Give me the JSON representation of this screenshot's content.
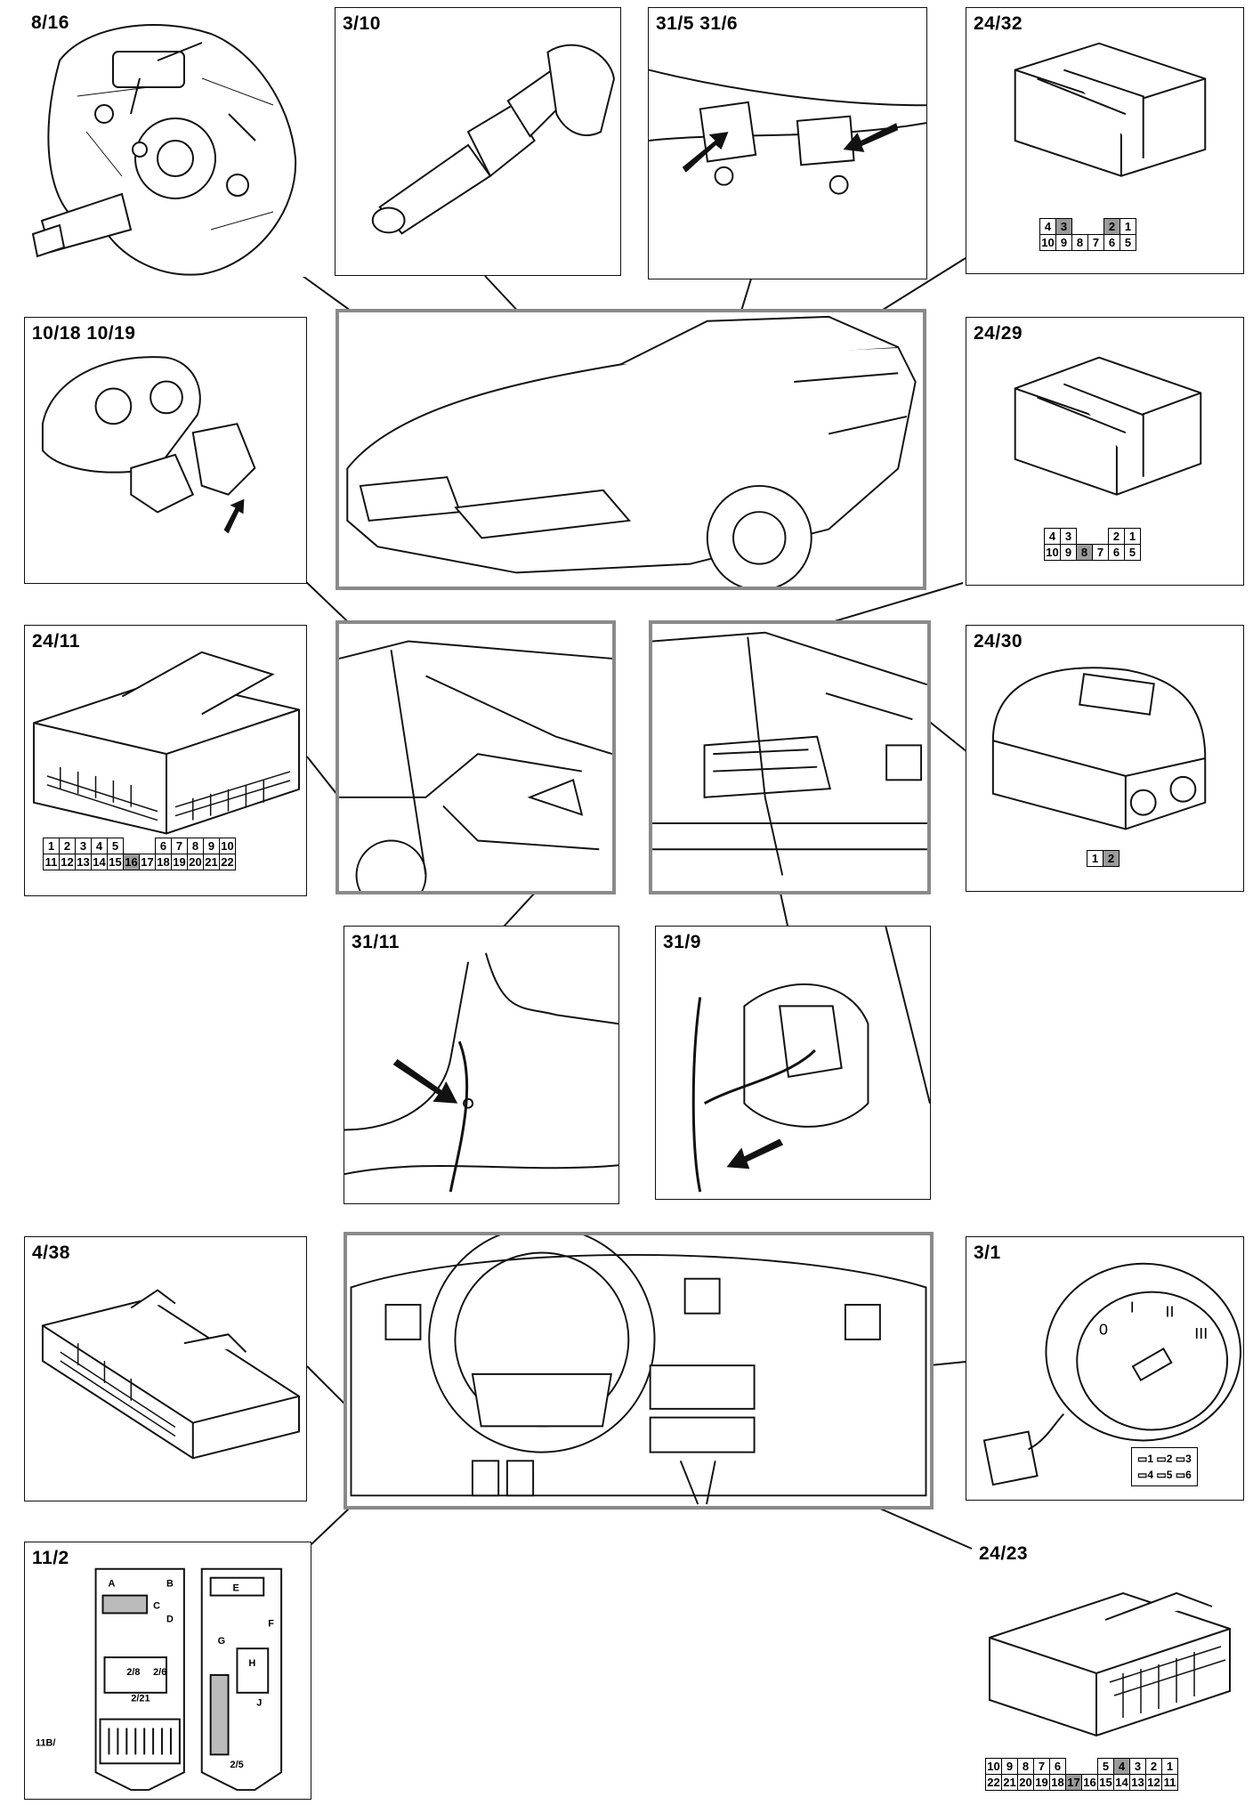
{
  "panels": {
    "p8_16": "8/16",
    "p3_10": "3/10",
    "p31_5": "31/5  31/6",
    "p24_32": "24/32",
    "p10_18": "10/18 10/19",
    "p24_29": "24/29",
    "p24_11": "24/11",
    "p24_30": "24/30",
    "p31_11": "31/11",
    "p31_9": "31/9",
    "p4_38": "4/38",
    "p3_1": "3/1",
    "p11_2": "11/2",
    "p24_23": "24/23"
  },
  "fusebox": {
    "letters": [
      "A",
      "B",
      "C",
      "D",
      "E",
      "F",
      "G",
      "H",
      "J"
    ],
    "relays": [
      "2/8",
      "2/6",
      "2/21",
      "2/5"
    ],
    "callout": "11B/"
  },
  "connectors": {
    "c24_32": {
      "top": [
        "4",
        "3",
        "",
        "",
        "2",
        "1"
      ],
      "bottom": [
        "10",
        "9",
        "8",
        "7",
        "6",
        "5"
      ],
      "highlight": [
        "3",
        "2"
      ]
    },
    "c24_29": {
      "top": [
        "4",
        "3",
        "",
        "",
        "2",
        "1"
      ],
      "bottom": [
        "10",
        "9",
        "8",
        "7",
        "6",
        "5"
      ],
      "highlight": [
        "8"
      ]
    },
    "c24_11": {
      "top": [
        "1",
        "2",
        "3",
        "4",
        "5",
        "",
        "6",
        "7",
        "8",
        "9",
        "10"
      ],
      "bottom": [
        "11",
        "12",
        "13",
        "14",
        "15",
        "16",
        "17",
        "18",
        "19",
        "20",
        "21",
        "22"
      ],
      "highlight": [
        "16"
      ]
    },
    "c24_30": {
      "top": [
        "1",
        "2"
      ],
      "highlight": [
        "2"
      ]
    },
    "c24_23": {
      "top": [
        "10",
        "9",
        "8",
        "7",
        "6",
        "",
        "",
        "5",
        "4",
        "3",
        "2",
        "1"
      ],
      "bottom": [
        "22",
        "21",
        "20",
        "19",
        "18",
        "17",
        "16",
        "15",
        "14",
        "13",
        "12",
        "11"
      ],
      "highlight": [
        "4",
        "17"
      ]
    },
    "c3_1": {
      "top": [
        "1",
        "2",
        "3"
      ],
      "bottom": [
        "4",
        "5",
        "6"
      ]
    }
  },
  "ignition_positions": [
    "0",
    "I",
    "II",
    "III"
  ],
  "colors": {
    "highlight": "#9a9a9a",
    "frame": "#8a8a8a",
    "ink": "#111111"
  }
}
